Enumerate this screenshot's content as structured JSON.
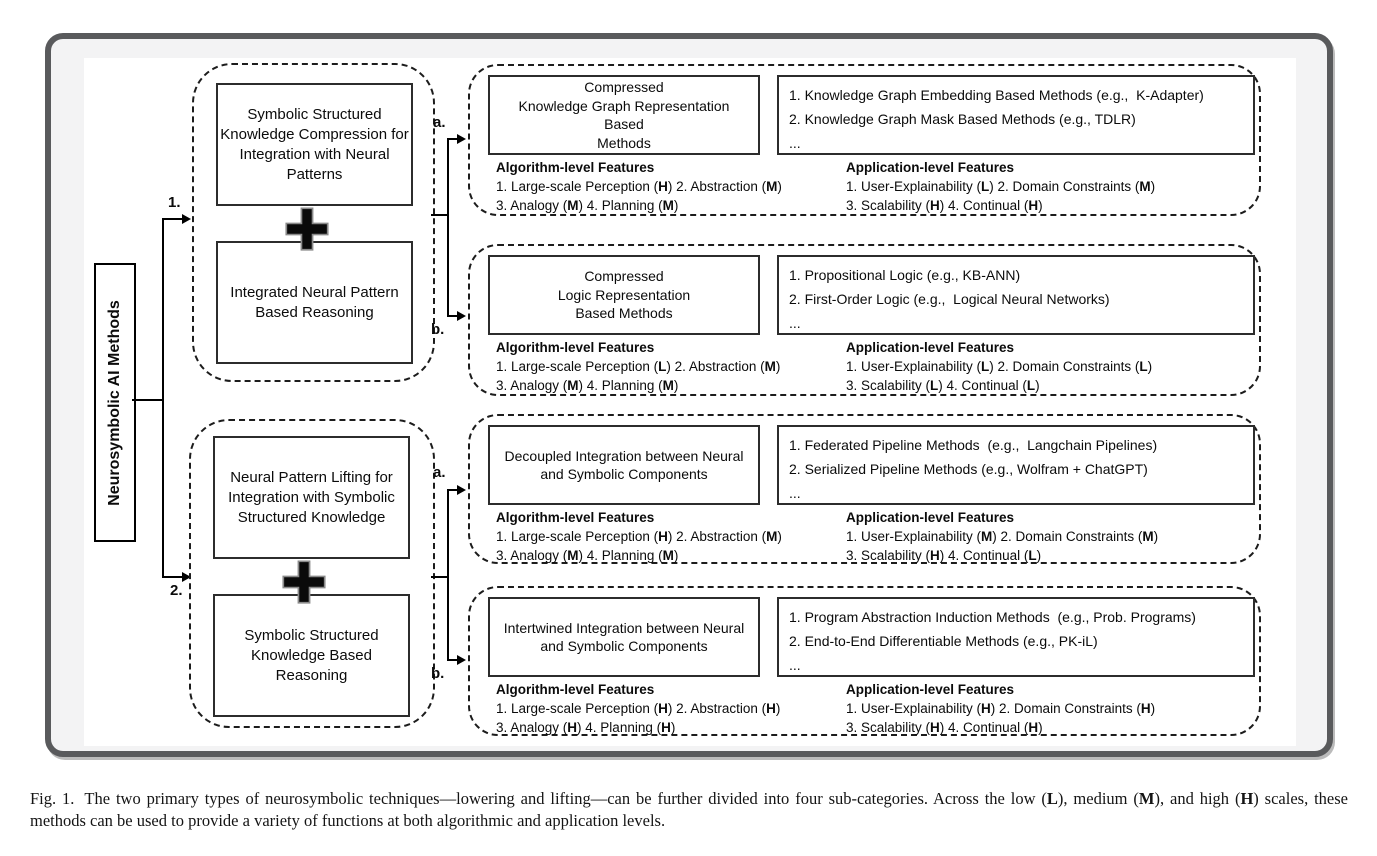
{
  "root_label": "Neurosymbolic AI Methods",
  "icons": {
    "combine": "plus-icon"
  },
  "branches": [
    {
      "number": "1.",
      "boxes": [
        "Symbolic Structured\nKnowledge Compression for\nIntegration with Neural\nPatterns",
        "Integrated Neural Pattern\nBased Reasoning"
      ]
    },
    {
      "number": "2.",
      "boxes": [
        "Neural Pattern Lifting for\nIntegration with Symbolic\nStructured Knowledge",
        "Symbolic Structured\nKnowledge Based\nReasoning"
      ]
    }
  ],
  "feature_headings": {
    "algorithm": "Algorithm-level Features",
    "application": "Application-level Features"
  },
  "subcategories": [
    {
      "letter": "a.",
      "method": "Compressed\nKnowledge Graph Representation\nBased\nMethods",
      "examples": [
        "1. Knowledge Graph Embedding Based Methods (e.g.,  K-Adapter)",
        "2. Knowledge Graph Mask Based Methods (e.g., TDLR)",
        "..."
      ],
      "algorithm_features": [
        {
          "n": "1.",
          "name": "Large-scale Perception",
          "level": "H"
        },
        {
          "n": "2.",
          "name": "Abstraction",
          "level": "M"
        },
        {
          "n": "3.",
          "name": "Analogy",
          "level": "M"
        },
        {
          "n": "4.",
          "name": "Planning",
          "level": "M"
        }
      ],
      "application_features": [
        {
          "n": "1.",
          "name": "User-Explainability",
          "level": "L"
        },
        {
          "n": "2.",
          "name": "Domain Constraints",
          "level": "M"
        },
        {
          "n": "3.",
          "name": "Scalability",
          "level": "H"
        },
        {
          "n": "4.",
          "name": "Continual",
          "level": "H"
        }
      ]
    },
    {
      "letter": "b.",
      "method": "Compressed\nLogic Representation\nBased Methods",
      "examples": [
        "1. Propositional Logic (e.g., KB-ANN)",
        "2. First-Order Logic (e.g.,  Logical Neural Networks)",
        "..."
      ],
      "algorithm_features": [
        {
          "n": "1.",
          "name": "Large-scale Perception",
          "level": "L"
        },
        {
          "n": "2.",
          "name": "Abstraction",
          "level": "M"
        },
        {
          "n": "3.",
          "name": "Analogy",
          "level": "M"
        },
        {
          "n": "4.",
          "name": "Planning",
          "level": "M"
        }
      ],
      "application_features": [
        {
          "n": "1.",
          "name": "User-Explainability",
          "level": "L"
        },
        {
          "n": "2.",
          "name": "Domain Constraints",
          "level": "L"
        },
        {
          "n": "3.",
          "name": "Scalability",
          "level": "L"
        },
        {
          "n": "4.",
          "name": "Continual",
          "level": "L"
        }
      ]
    },
    {
      "letter": "a.",
      "method": "Decoupled Integration between Neural\nand Symbolic Components",
      "examples": [
        "1. Federated Pipeline Methods  (e.g.,  Langchain Pipelines)",
        "2. Serialized Pipeline Methods (e.g., Wolfram + ChatGPT)",
        "..."
      ],
      "algorithm_features": [
        {
          "n": "1.",
          "name": "Large-scale Perception",
          "level": "H"
        },
        {
          "n": "2.",
          "name": "Abstraction",
          "level": "M"
        },
        {
          "n": "3.",
          "name": "Analogy",
          "level": "M"
        },
        {
          "n": "4.",
          "name": "Planning",
          "level": "M"
        }
      ],
      "application_features": [
        {
          "n": "1.",
          "name": "User-Explainability",
          "level": "M"
        },
        {
          "n": "2.",
          "name": "Domain Constraints",
          "level": "M"
        },
        {
          "n": "3.",
          "name": "Scalability",
          "level": "H"
        },
        {
          "n": "4.",
          "name": "Continual",
          "level": "L"
        }
      ]
    },
    {
      "letter": "b.",
      "method": "Intertwined Integration between Neural\nand Symbolic Components",
      "examples": [
        "1. Program Abstraction Induction Methods  (e.g., Prob. Programs)",
        "2. End-to-End Differentiable Methods (e.g., PK-iL)",
        "..."
      ],
      "algorithm_features": [
        {
          "n": "1.",
          "name": "Large-scale Perception",
          "level": "H"
        },
        {
          "n": "2.",
          "name": "Abstraction",
          "level": "H"
        },
        {
          "n": "3.",
          "name": "Analogy",
          "level": "H"
        },
        {
          "n": "4.",
          "name": "Planning",
          "level": "H"
        }
      ],
      "application_features": [
        {
          "n": "1.",
          "name": "User-Explainability",
          "level": "H"
        },
        {
          "n": "2.",
          "name": "Domain Constraints",
          "level": "H"
        },
        {
          "n": "3.",
          "name": "Scalability",
          "level": "H"
        },
        {
          "n": "4.",
          "name": "Continual",
          "level": "H"
        }
      ]
    }
  ],
  "caption": {
    "fig_label": "Fig. 1.",
    "segments": [
      {
        "text": "The two primary types of neurosymbolic techniques—lowering and lifting—can be further divided into four sub-categories. Across the low (",
        "bold": false
      },
      {
        "text": "L",
        "bold": true
      },
      {
        "text": "), medium (",
        "bold": false
      },
      {
        "text": "M",
        "bold": true
      },
      {
        "text": "), and high (",
        "bold": false
      },
      {
        "text": "H",
        "bold": true
      },
      {
        "text": ") scales, these methods can be used to provide a variety of functions at both algorithmic and application levels.",
        "bold": false
      }
    ]
  }
}
